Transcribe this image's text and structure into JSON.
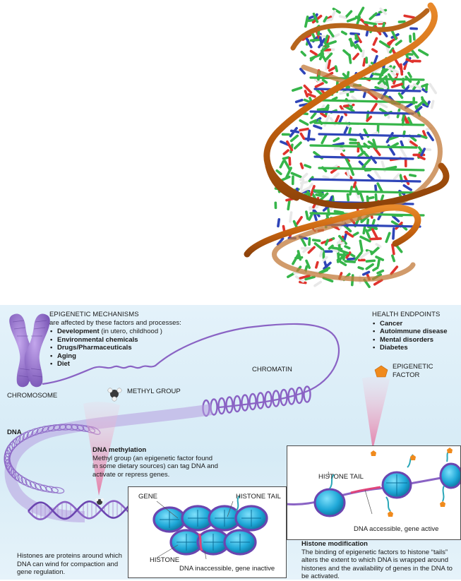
{
  "mechanisms": {
    "title": "EPIGENETIC MECHANISMS",
    "subtitle": "are affected by these factors and processes:",
    "items": [
      {
        "label": "Development",
        "note": " (in utero, childhood )"
      },
      {
        "label": "Environmental chemicals",
        "note": ""
      },
      {
        "label": "Drugs/Pharmaceuticals",
        "note": ""
      },
      {
        "label": "Aging",
        "note": ""
      },
      {
        "label": "Diet",
        "note": ""
      }
    ]
  },
  "health": {
    "title": "HEALTH ENDPOINTS",
    "items": [
      "Cancer",
      "Autoimmune disease",
      "Mental disorders",
      "Diabetes"
    ]
  },
  "labels": {
    "chromosome": "CHROMOSOME",
    "chromatin": "CHROMATIN",
    "methyl_group": "METHYL GROUP",
    "epigenetic_factor": "EPIGENETIC FACTOR",
    "dna": "DNA",
    "gene": "GENE",
    "histone_tail_left": "HISTONE TAIL",
    "histone": "HISTONE",
    "histone_tail_right": "HISTONE TAIL",
    "dna_inaccessible": "DNA inaccessible, gene inactive",
    "dna_accessible": "DNA accessible, gene active"
  },
  "methylation": {
    "title": "DNA methylation",
    "body": "Methyl group (an epigenetic factor found in some dietary sources) can tag DNA and activate or repress genes."
  },
  "histone_modification": {
    "title": "Histone modification",
    "body": "The binding of epigenetic factors to histone “tails” alters the extent to which DNA is wrapped around histones and the availability of genes in the DNA to be activated."
  },
  "histones_note": "Histones are proteins around which DNA can wind for compaction and gene regulation.",
  "colors": {
    "backbone": "#d46f12",
    "carbon": "#36b54a",
    "oxygen": "#e0332d",
    "nitrogen": "#2f45b8",
    "chromatin": "#8a63c4",
    "histone": "#1fa8d8",
    "panel_bg": "#dcedf7",
    "factor": "#f08a1c",
    "tail": "#2aa7b8",
    "tag_pink": "#e0457a"
  }
}
